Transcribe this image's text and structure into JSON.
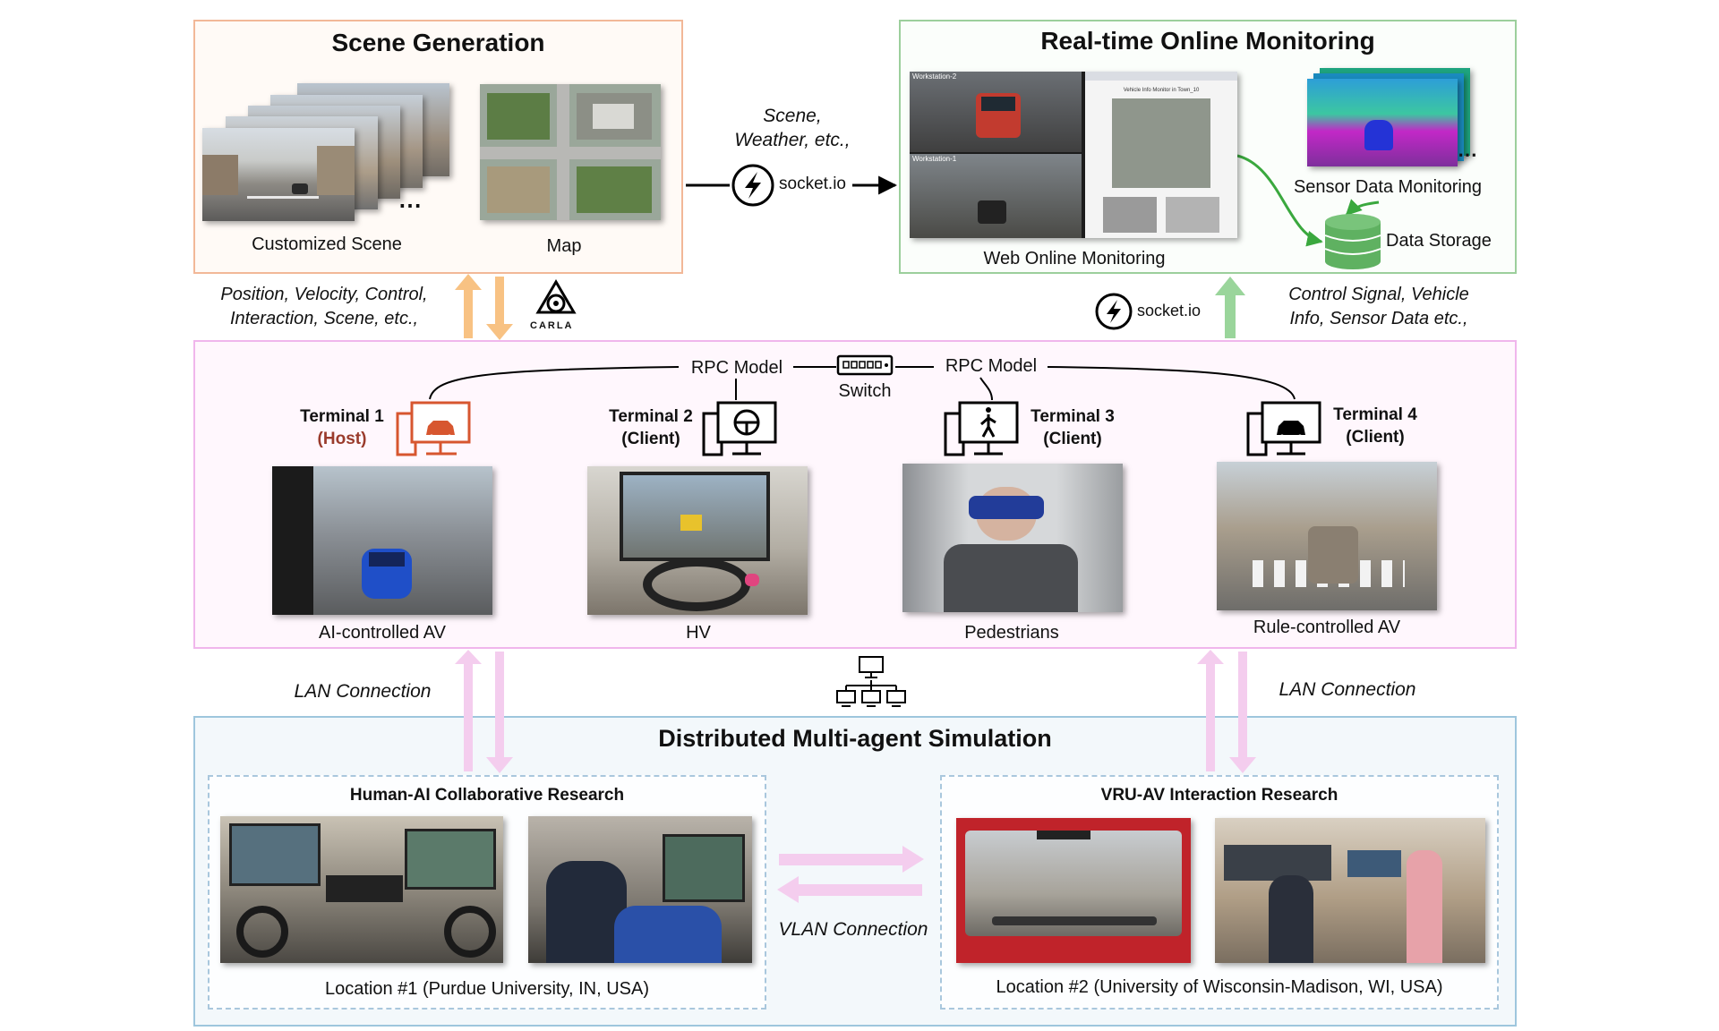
{
  "scene_generation": {
    "title": "Scene Generation",
    "customized_scene_label": "Customized Scene",
    "map_label": "Map"
  },
  "monitoring": {
    "title": "Real-time Online Monitoring",
    "web_label": "Web Online Monitoring",
    "sensor_label": "Sensor Data Monitoring",
    "storage_label": "Data Storage",
    "screen_workstation_2": "Workstation-2",
    "screen_workstation_1": "Workstation-1",
    "screen_header": "Vehicle Info Monitor in Town_10"
  },
  "links": {
    "top_middle": "Scene,\nWeather, etc.,",
    "socketio": "socket.io",
    "left_flow": "Position, Velocity, Control,\nInteraction, Scene, etc.,",
    "right_flow": "Control Signal, Vehicle\nInfo, Sensor Data etc.,",
    "carla": "CARLA"
  },
  "terminals": {
    "rpc_model": "RPC Model",
    "switch": "Switch",
    "items": [
      {
        "name": "Terminal 1",
        "role": "(Host)",
        "caption": "AI-controlled AV"
      },
      {
        "name": "Terminal 2",
        "role": "(Client)",
        "caption": "HV"
      },
      {
        "name": "Terminal 3",
        "role": "(Client)",
        "caption": "Pedestrians"
      },
      {
        "name": "Terminal 4",
        "role": "(Client)",
        "caption": "Rule-controlled AV"
      }
    ]
  },
  "distributed": {
    "title": "Distributed Multi-agent Simulation",
    "lan": "LAN Connection",
    "vlan": "VLAN Connection",
    "loc1_title": "Human-AI Collaborative Research",
    "loc1_caption": "Location #1 (Purdue University, IN, USA)",
    "loc2_title": "VRU-AV Interaction Research",
    "loc2_caption": "Location #2 (University of Wisconsin-Madison, WI, USA)"
  },
  "colors": {
    "scene_border": "#f2b898",
    "monitor_border": "#9ccf9c",
    "terminal_border": "#f0b6ec",
    "dist_border": "#9ec6dd",
    "orange_arrow": "#f8c283",
    "green_arrow": "#9ad59b",
    "pink_arrow": "#f4cdee",
    "host_red": "#9a3b2c"
  }
}
